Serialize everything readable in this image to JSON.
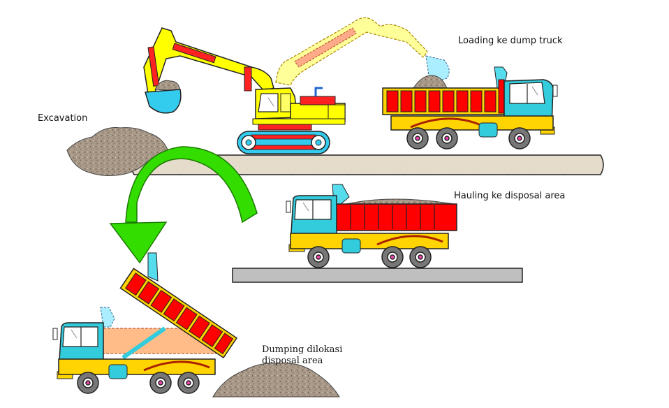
{
  "labels": {
    "excavation": "Excavation",
    "loading": "Loading ke dump truck",
    "hauling": "Hauling ke disposal area",
    "dumping": "Dumping dilokasi disposal area"
  },
  "colors": {
    "excavator_yellow": "#ffff00",
    "excavator_ghost": "#ffff99",
    "truck_cab": "#33ccdd",
    "truck_bed": "#ff0000",
    "truck_frame": "#ffd400",
    "ground": "#e6dccb",
    "road": "#bfbfbf",
    "arrow": "#33dd00",
    "soil": "#9a8878"
  },
  "icons": {
    "excavator": "excavator-icon",
    "loading_truck": "dump-truck-icon",
    "hauling_truck": "dump-truck-icon",
    "dumping_truck": "tipping-dump-truck-icon",
    "flow_arrow": "curved-arrow-icon"
  }
}
